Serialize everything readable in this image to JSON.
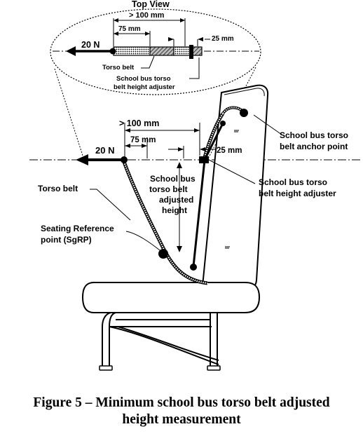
{
  "top_view": {
    "title": "Top View",
    "dim_gt100": "> 100 mm",
    "dim_75": "75 mm",
    "dim_25": "25 mm",
    "force": "20 N",
    "torso_belt": "Torso belt",
    "adjuster_line1": "School bus torso",
    "adjuster_line2": "belt height adjuster"
  },
  "side_view": {
    "force": "20 N",
    "dim_gt100": "> 100 mm",
    "dim_75": "75 mm",
    "dim_25": "25 mm",
    "adjusted_height": [
      "School bus",
      "torso belt",
      "adjusted",
      "height"
    ],
    "anchor_point": [
      "School bus torso",
      "belt anchor point"
    ],
    "height_adjuster": [
      "School bus torso",
      "belt height adjuster"
    ],
    "torso_belt": "Torso belt",
    "sgrp": [
      "Seating Reference",
      "point (SgRP)"
    ]
  },
  "caption": {
    "line1": "Figure 5 – Minimum school bus torso belt adjusted",
    "line2": "height measurement"
  }
}
